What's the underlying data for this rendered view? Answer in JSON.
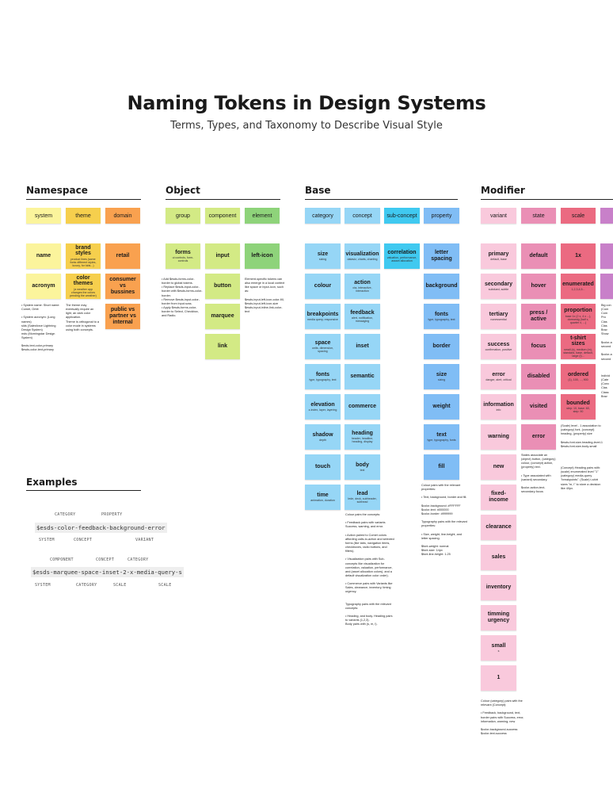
{
  "title": "Naming Tokens in Design Systems",
  "subtitle": "Terms, Types, and Taxonomy to Describe Visual Style",
  "colors": {
    "yellow": "#fbf49c",
    "gold": "#f6cf4d",
    "orange": "#f9a14f",
    "lime": "#d3ea85",
    "green": "#8ed37a",
    "blue_light": "#96d6f6",
    "blue_mid": "#80bdf5",
    "cyan": "#40c9f0",
    "pink_light": "#f9c9dc",
    "pink_mid": "#ea8fb5",
    "red_pink": "#eb6a81",
    "magenta": "#c880c9"
  },
  "sections": {
    "namespace": {
      "heading": "Namespace",
      "headers": [
        "system",
        "theme",
        "domain"
      ],
      "notes": {
        "name": "name",
        "acronym": "acronym",
        "brand_styles": "brand styles",
        "brand_styles_sub": "product lines (same fonts different styles, luxury, for kids...)",
        "color_themes": "color themes",
        "color_themes_sub": "(a weather app changes the colors pending the weather)",
        "retail": "retail",
        "consumer": "consumer vs bussines",
        "public": "public vs partner vs internal"
      },
      "desc_left": "• System name: Short name: Comet, Orbit\n\n• System acronym: (Long names)\nslds (Salesforce Lightning Design System)\nmds (Morningstar Design System)\n\n$mds-text-color-primary\n$esds-color-text-primary",
      "desc_right": "The theme may eventually require an light, an dark color application.\nTheme is orthogonal to a color mode in systems using both concepts."
    },
    "object": {
      "heading": "Object",
      "headers": [
        "group",
        "component",
        "element"
      ],
      "notes": {
        "forms": "forms",
        "forms_sub": "ui controls, form-controls",
        "input": "input",
        "button": "button",
        "marquee": "marquee",
        "link": "link",
        "left_icon": "left-icon"
      },
      "desc_left": "• Add $esds-forms-color-border to global tokens.\n• Replace $esds-input-color-border with $esds-forms-color-border.\n• Remove $esds-input-color-border from input.scss.\n• Apply $esds-forms-color-border to Select, Checkbox, and Radio.",
      "desc_right": "Element-specific tokens can also emerge in a local context like space or input-icon, such as:\n\n$esds-input-left-icon-color-fill,\n$esds-input-left-icon-size\n$esds-input-inline-link-color-text"
    },
    "base": {
      "heading": "Base",
      "headers": [
        "category",
        "concept",
        "sub-concept",
        "property"
      ],
      "category": [
        {
          "label": "size",
          "sub": "sizing"
        },
        {
          "label": "colour",
          "sub": ""
        },
        {
          "label": "breakpoints",
          "sub": "media query, responsive"
        },
        {
          "label": "space",
          "sub": "units, dimension, spacing"
        },
        {
          "label": "fonts",
          "sub": "type, typography, text"
        },
        {
          "label": "elevation",
          "sub": "z-index, layer, layering"
        },
        {
          "label": "shadow",
          "sub": "depth"
        },
        {
          "label": "touch",
          "sub": ""
        },
        {
          "label": "time",
          "sub": "animation, duration"
        }
      ],
      "concept": [
        {
          "label": "visualization",
          "sub": "dataviz, charts, charting"
        },
        {
          "label": "action",
          "sub": "cta, interactive, interaction"
        },
        {
          "label": "feedback",
          "sub": "alert, notification, messaging"
        },
        {
          "label": "inset",
          "sub": ""
        },
        {
          "label": "semantic",
          "sub": ""
        },
        {
          "label": "commerce",
          "sub": ""
        },
        {
          "label": "heading",
          "sub": "header, headline, heading, display"
        },
        {
          "label": "body",
          "sub": "text"
        },
        {
          "label": "lead",
          "sub": "lede, deck, subheader, subhead"
        }
      ],
      "subconcept": [
        {
          "label": "correlation",
          "sub": "valuation, performance, assset allocation"
        }
      ],
      "property": [
        {
          "label": "letter spacing",
          "sub": ""
        },
        {
          "label": "background",
          "sub": ""
        },
        {
          "label": "fonts",
          "sub": "type, typography, text"
        },
        {
          "label": "border",
          "sub": ""
        },
        {
          "label": "size",
          "sub": "sizing"
        },
        {
          "label": "weight",
          "sub": ""
        },
        {
          "label": "text",
          "sub": "type, typography, fonts"
        },
        {
          "label": "fill",
          "sub": ""
        }
      ],
      "desc_concept": "Colour pairs the concepts:\n\n• Feedback pairs with variants Success, warning, and error.\n\n• Action paired to Comet colors affording calls-to-action and selected forms (like tabs, navigation items, checkboxes, radio buttons, and filters).\n\n• Visualization pairs with Sub-concepts like visualization for correlation, valuation, performance, and (asset allocation colors), and a default visualization color order).\n\n• Commerce pairs with Variants like Sales, clearance, inventory, timing urgency.\n\n\nTypography pairs with the relevant concepts:\n\n• Heading, and body. Heading pairs to variants (1,2,3).\nBody pairs with (s, m, l).",
      "desc_property": "Colour pairs with the relevant properties:\n\n• Text, background, border and fill.\n\n$color-background: #FFFFFF\n$color-text: #000000\n$color-border: #999999\n\nTypography pairs with the relevant properties:\n\n• Size, weight, line-height, and letter spacing.\n\n$font-weight: normal\n$font-size: 14px\n$font-line-height: 1.25"
    },
    "modifier": {
      "heading": "Modifier",
      "headers": [
        "variant",
        "state",
        "scale"
      ],
      "variant": [
        {
          "label": "primary",
          "sub": "default, base"
        },
        {
          "label": "secondary",
          "sub": "subdued, subtle"
        },
        {
          "label": "tertiary",
          "sub": "nonessential"
        },
        {
          "label": "success",
          "sub": "confirmation, positive"
        },
        {
          "label": "error",
          "sub": "danger, alert, critical"
        },
        {
          "label": "information",
          "sub": "info"
        },
        {
          "label": "warning",
          "sub": ""
        },
        {
          "label": "new",
          "sub": ""
        },
        {
          "label": "fixed-income",
          "sub": ""
        },
        {
          "label": "clearance",
          "sub": ""
        },
        {
          "label": "sales",
          "sub": ""
        },
        {
          "label": "inventory",
          "sub": ""
        },
        {
          "label": "timming urgency",
          "sub": ""
        },
        {
          "label": "small",
          "sub": "s"
        },
        {
          "label": "1",
          "sub": ""
        }
      ],
      "state": [
        {
          "label": "default",
          "sub": ""
        },
        {
          "label": "hover",
          "sub": ""
        },
        {
          "label": "press / active",
          "sub": ""
        },
        {
          "label": "focus",
          "sub": ""
        },
        {
          "label": "disabled",
          "sub": ""
        },
        {
          "label": "visited",
          "sub": ""
        },
        {
          "label": "error",
          "sub": ""
        }
      ],
      "scale": [
        {
          "label": "1x",
          "sub": ""
        },
        {
          "label": "enumerated",
          "sub": "1,2,3,4,5..."
        },
        {
          "label": "proportion",
          "sub": "base 1x (2 x, 4 x ...), doreamig (half x, quarter x, ...)"
        },
        {
          "label": "t-shirt sizes",
          "sub": "small (s), medium (m), standard, base, default, large (l)..."
        },
        {
          "label": "ordered",
          "sub": "(1), 100, ..., 900"
        },
        {
          "label": "bounded",
          "sub": "step: 10, base: 60, step: 90"
        }
      ],
      "desc_variant": "Colour (category) pairs with the relevant (Concept):\n\n• Feedback, background, text, border pairs with Success, error, information, warning, new\n\n$color-background-success\n$color-text-success",
      "desc_state": "States associate an (object) button, (category) colour, (concept) action, (property) text.\n\n• Type associated with (variant) secondary.\n\n$color-action-text-secondary-focus",
      "desc_scale1": "(Scale) level - 1 association to (category) font, (concept) heading, (property) size\n\n$esds-font-size-heading-level-1\n$esds-font-size-body-small",
      "desc_scale2": "(Concept) Heading pairs with: (scale) enumerated level \"1\" (category) media-query \"breakpoints\". (Scale) t-shirt sizes \"m, l\" to store a decision like 40px.",
      "desc_cut1": "Big con\n(Com\nCom\nPro\nClas\nClas\nBrav\nShow",
      "desc_cut2": "$color-a\nsecond\n\n$color-a\nsecond",
      "desc_cut3": "Individ\n(Cate\n(Conc\nClas\nClass\nBrav"
    }
  },
  "examples": {
    "heading": "Examples",
    "ex1": {
      "token": "$esds-color-feedback-background-error",
      "top_labels": [
        "CATEGORY",
        "PROPERTY"
      ],
      "bottom_labels": [
        "SYSTEM",
        "CONCEPT",
        "VARIANT"
      ]
    },
    "ex2": {
      "token": "$esds-marquee-space-inset-2-x-media-query-s",
      "top_labels": [
        "COMPONENT",
        "CONCEPT",
        "CATEGORY"
      ],
      "bottom_labels": [
        "SYSTEM",
        "CATEGORY",
        "SCALE",
        "SCALE"
      ]
    }
  }
}
